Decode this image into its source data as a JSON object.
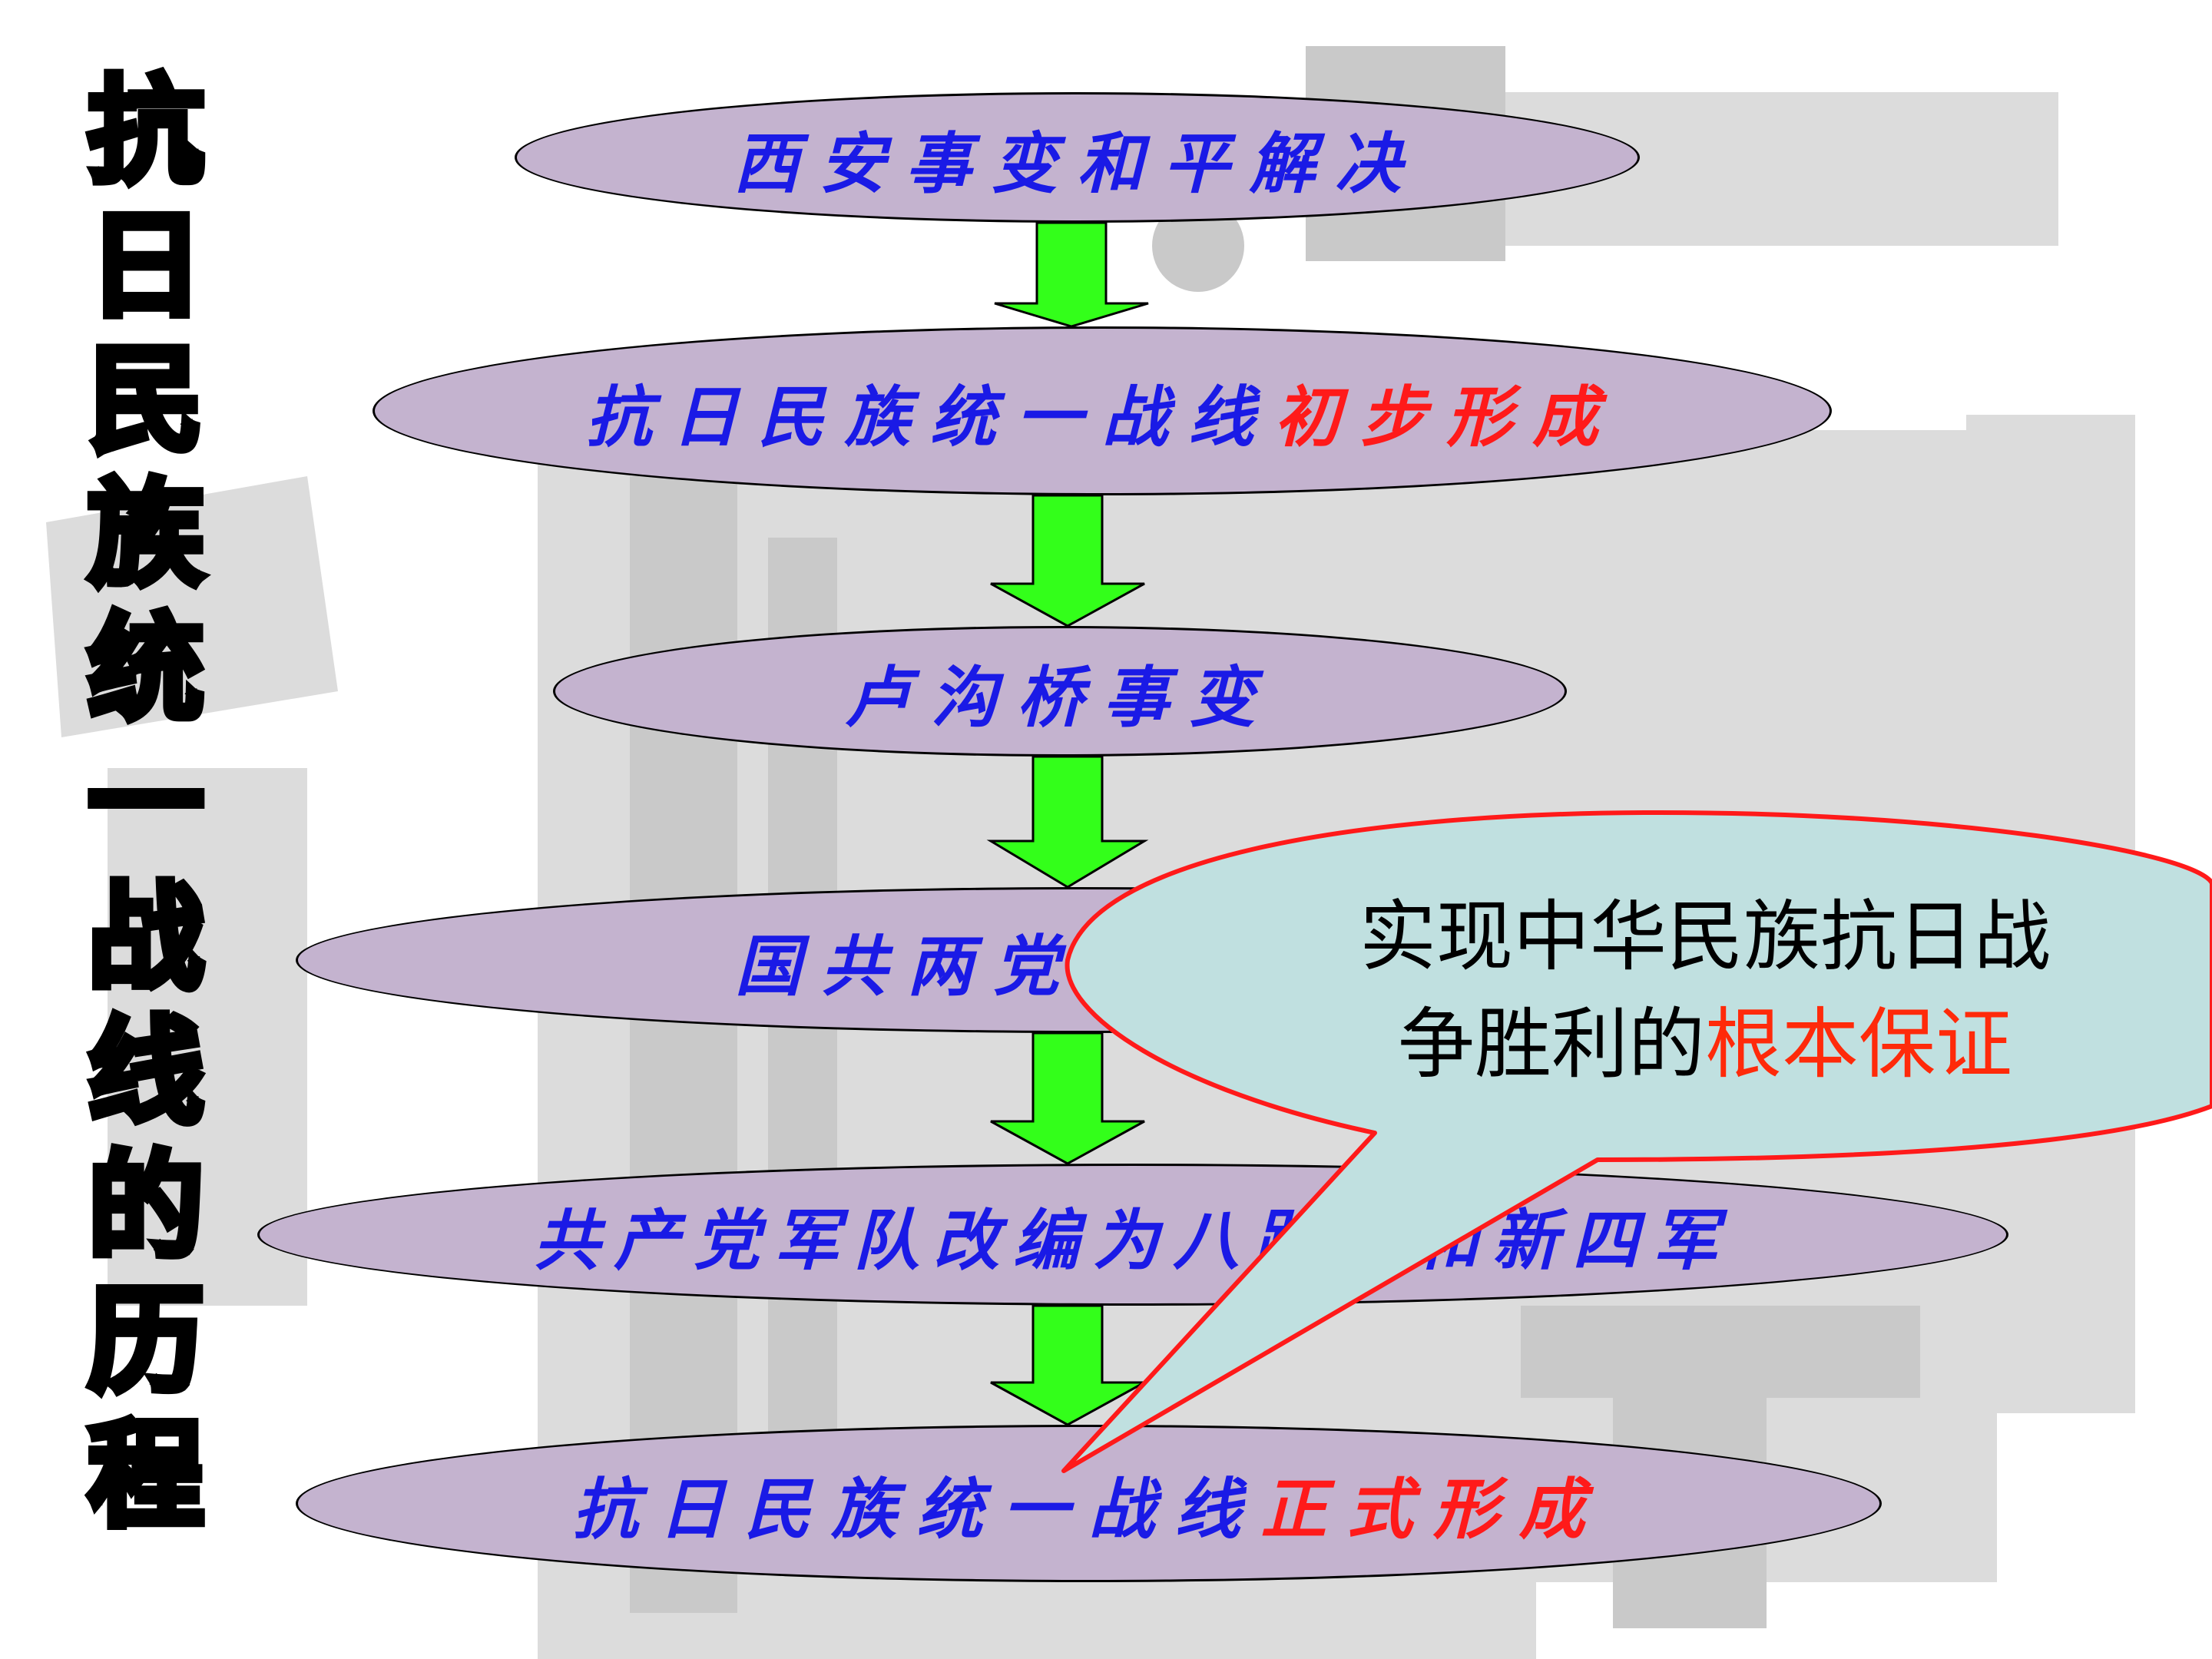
{
  "title_chars": [
    "抗",
    "日",
    "民",
    "族",
    "统",
    "一",
    "战",
    "线",
    "的",
    "历",
    "程"
  ],
  "steps": [
    {
      "text": "西安事变和平解决",
      "highlight": ""
    },
    {
      "text": "抗日民族统一战线",
      "highlight": "初步形成"
    },
    {
      "text": "卢沟桥事变",
      "highlight": ""
    },
    {
      "text": "国共两党再次合作",
      "highlight": ""
    },
    {
      "text": "共产党军队改编为八路军和新四军",
      "highlight": ""
    },
    {
      "text": "抗日民族统一战线",
      "highlight": "正式形成"
    }
  ],
  "callout": {
    "line1": "实现中华民族抗日战",
    "line2_plain": "争胜利的",
    "line2_highlight": "根本保证"
  },
  "colors": {
    "box_fill": "#c4b3cf",
    "box_text": "#1a1ae6",
    "highlight": "#ff1a1a",
    "arrow": "#33ff1a",
    "callout_fill": "#c0e0e0",
    "callout_border": "#ff1a1a"
  }
}
